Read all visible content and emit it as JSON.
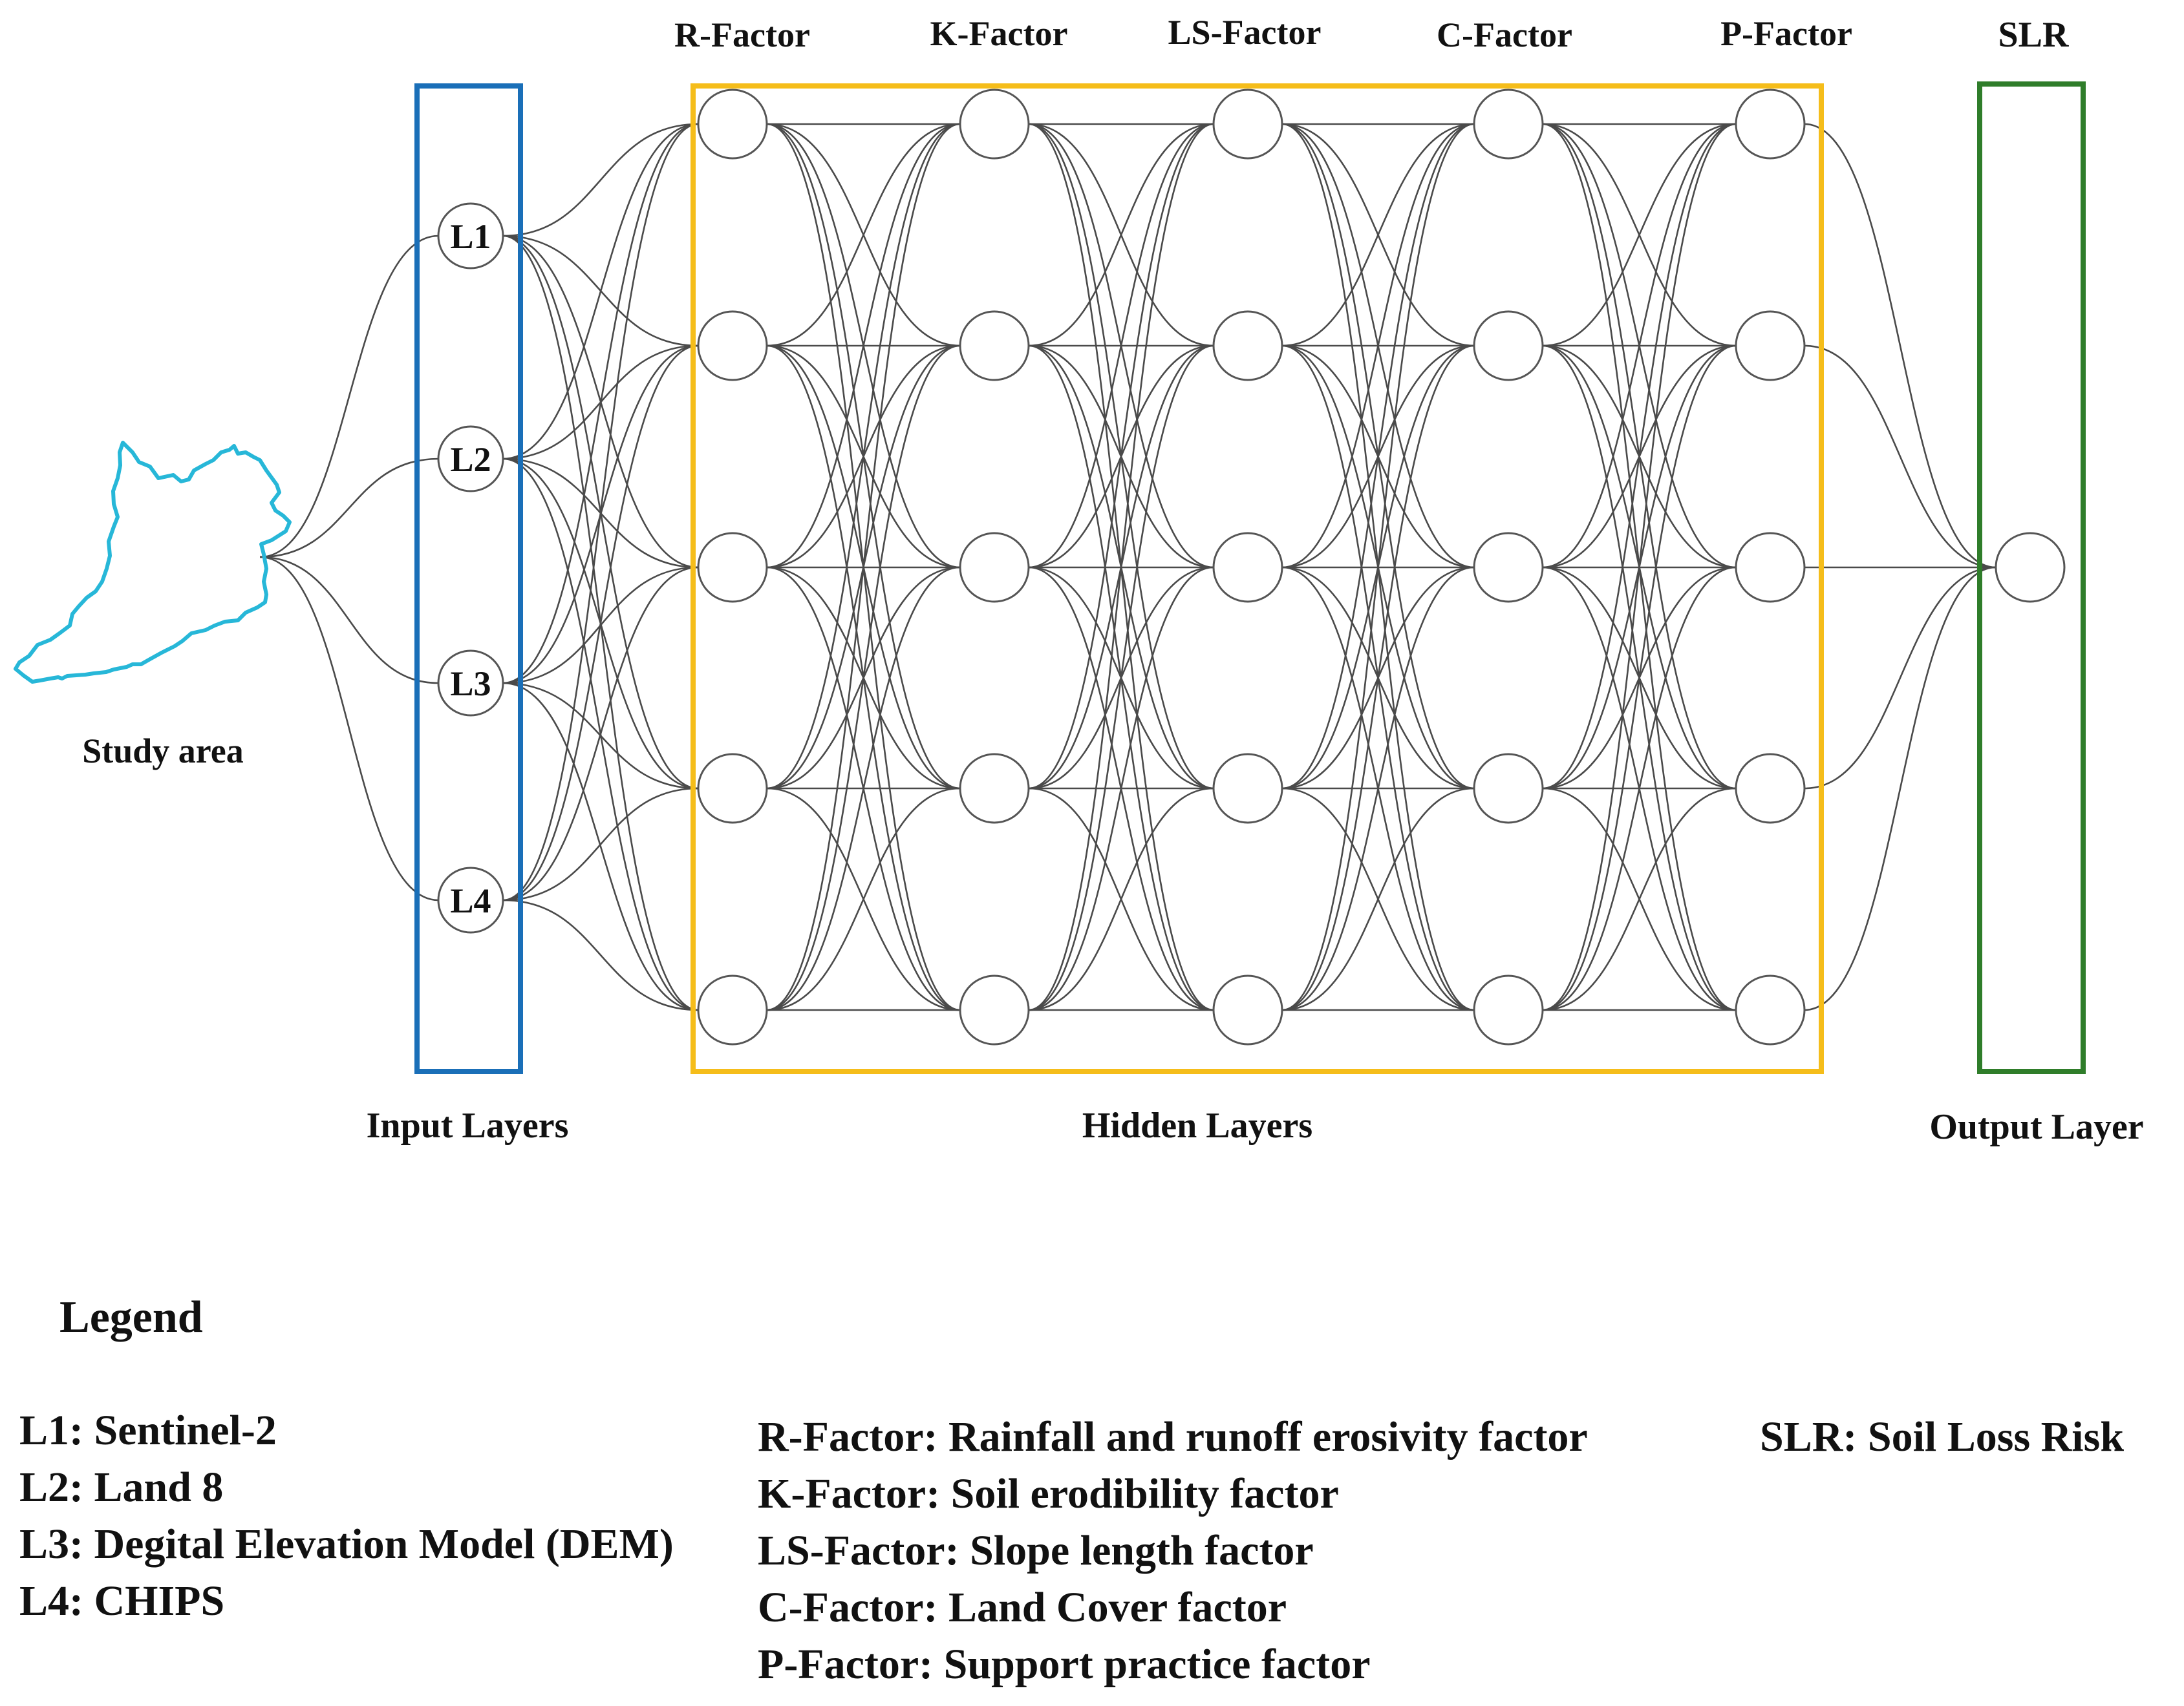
{
  "study_area_label": "Study area",
  "input_nodes": [
    "L1",
    "L2",
    "L3",
    "L4"
  ],
  "hidden_layers": [
    "R-Factor",
    "K-Factor",
    "LS-Factor",
    "C-Factor",
    "P-Factor"
  ],
  "hidden_nodes_per_layer": 5,
  "output_label": "SLR",
  "group_labels": {
    "input": "Input Layers",
    "hidden": "Hidden Layers",
    "output": "Output Layer"
  },
  "colors": {
    "input_box": "#1a6fb8",
    "hidden_box": "#f5bd1a",
    "output_box": "#2f7d2a",
    "study_area": "#27b7d8",
    "edges": "#4a4a4a"
  },
  "legend": {
    "title": "Legend",
    "inputs": [
      "L1: Sentinel-2",
      "L2: Land 8",
      "L3: Degital Elevation Model (DEM)",
      "L4: CHIPS"
    ],
    "factors": [
      "R-Factor: Rainfall and runoff erosivity factor",
      "K-Factor: Soil erodibility factor",
      "LS-Factor: Slope length factor",
      "C-Factor: Land Cover factor",
      "P-Factor: Support practice factor"
    ],
    "output": "SLR: Soil Loss Risk"
  }
}
